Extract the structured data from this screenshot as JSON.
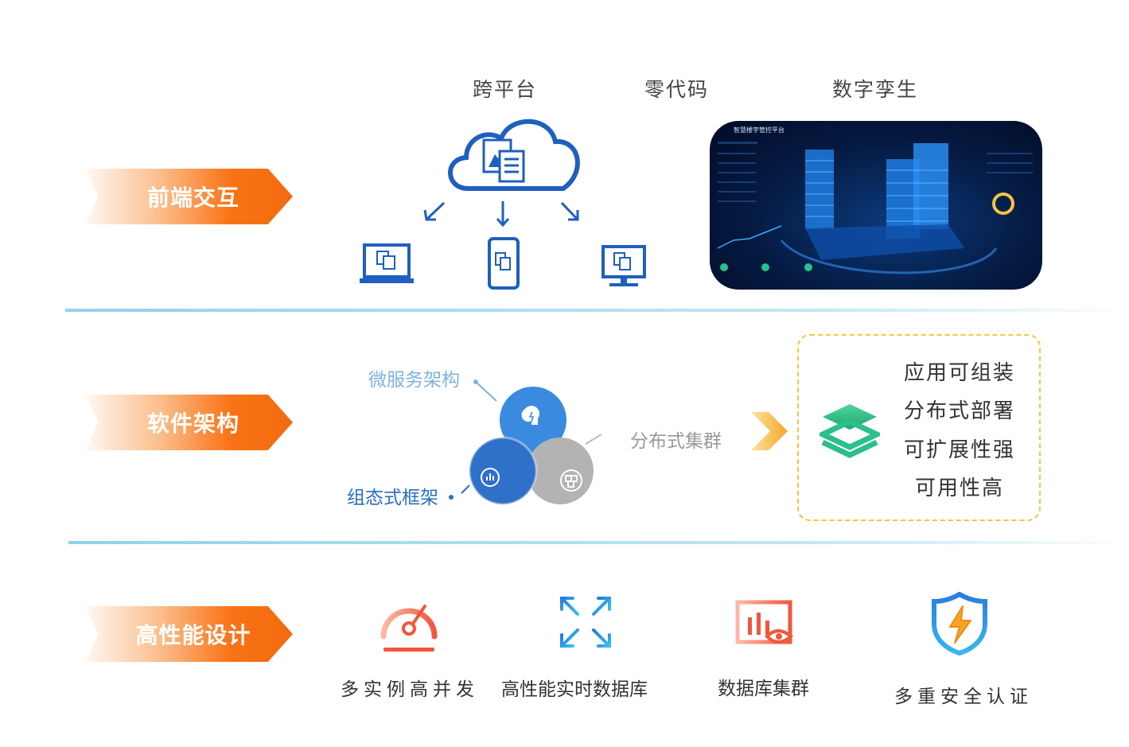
{
  "rows": {
    "frontend": "前端交互",
    "architecture": "软件架构",
    "performance": "高性能设计"
  },
  "frontend": {
    "cross_platform": "跨平台",
    "zero_code": "零代码",
    "digital_twin": "数字孪生",
    "dashboard_title": "智慧楼宇管控平台"
  },
  "architecture": {
    "microservice": "微服务架构",
    "distributed_cluster": "分布式集群",
    "configurable_framework": "组态式框架",
    "benefits": [
      "应用可组装",
      "分布式部署",
      "可扩展性强",
      "可用性高"
    ]
  },
  "performance": {
    "items": [
      "多实例高并发",
      "高性能实时数据库",
      "数据库集群",
      "多重安全认证"
    ]
  },
  "colors": {
    "orange": "#f97316",
    "blue": "#1f5fbf",
    "green": "#2bbf8a",
    "gold": "#f5c542",
    "divider": "#8fd3ea"
  }
}
